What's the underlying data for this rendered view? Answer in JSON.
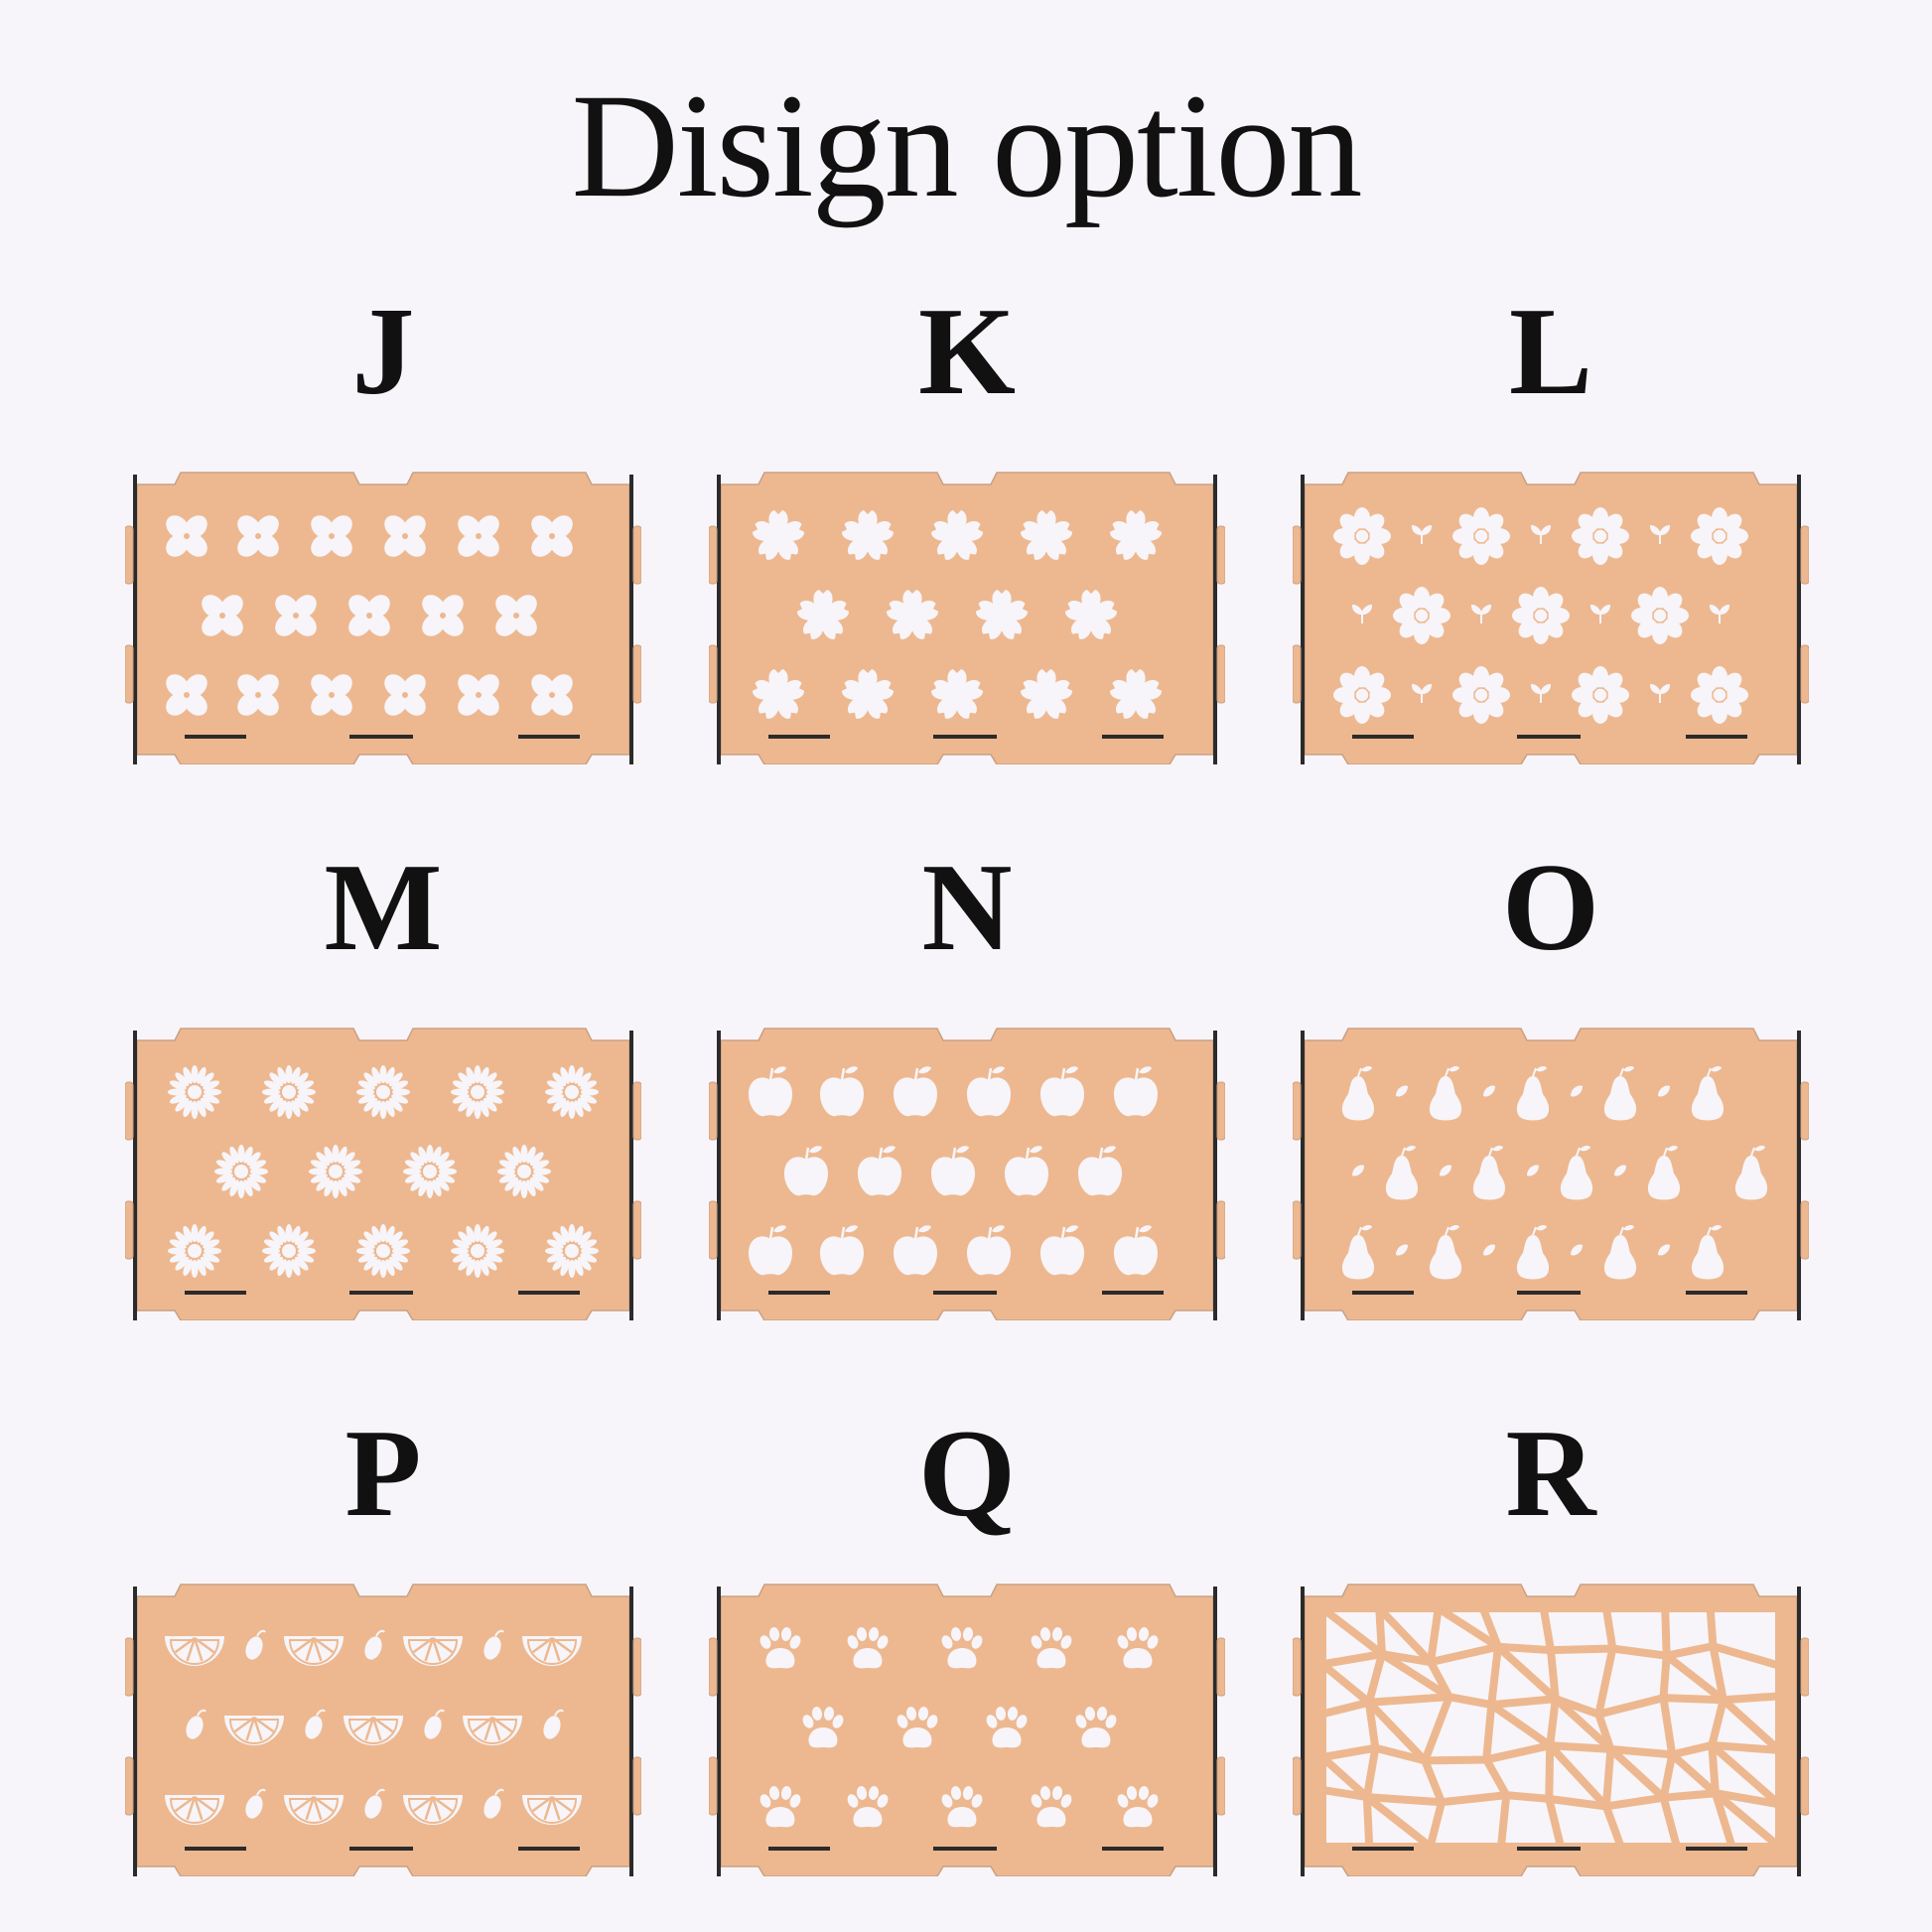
{
  "title": "Disign option",
  "colors": {
    "panel": "#edb890",
    "panel_edge": "#caa083",
    "cutout": "#f7f5f9",
    "slot": "#2b2b2b"
  },
  "options": [
    {
      "letter": "J",
      "pattern": "clover-icon"
    },
    {
      "letter": "K",
      "pattern": "blossom-icon"
    },
    {
      "letter": "L",
      "pattern": "daisy-sprout-icon"
    },
    {
      "letter": "M",
      "pattern": "sunflower-icon"
    },
    {
      "letter": "N",
      "pattern": "apple-icon"
    },
    {
      "letter": "O",
      "pattern": "pear-icon"
    },
    {
      "letter": "P",
      "pattern": "citrus-lemon-icon"
    },
    {
      "letter": "Q",
      "pattern": "paw-icon"
    },
    {
      "letter": "R",
      "pattern": "giraffe-mosaic-icon"
    }
  ]
}
